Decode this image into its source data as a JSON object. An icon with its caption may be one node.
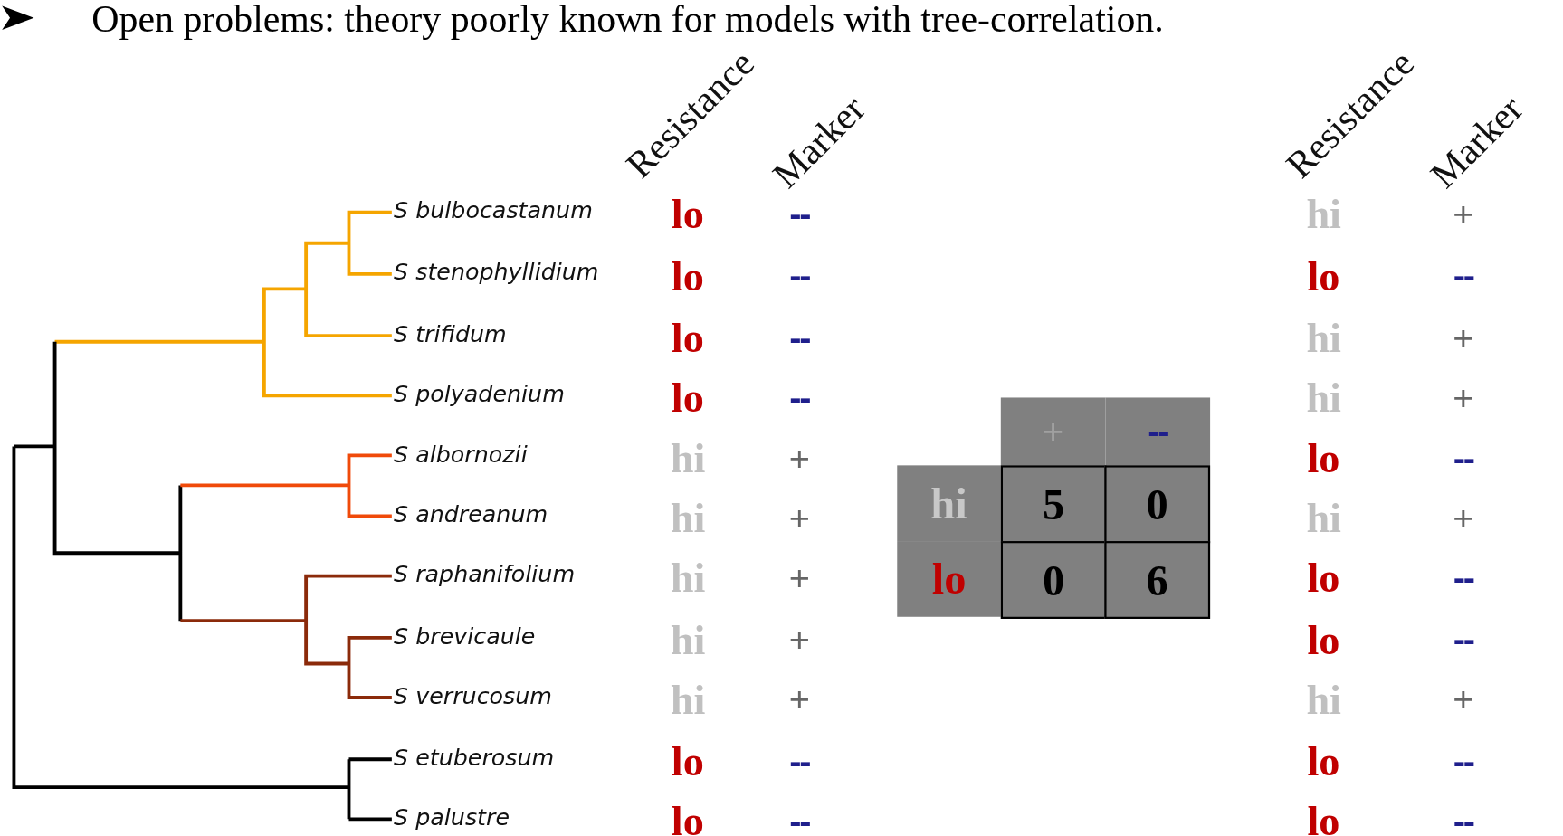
{
  "diagram": {
    "labels": [
      "Open problems: theory poorly known for models with tree-correlation.",
      "Resistance",
      "Marker",
      "Resistance",
      "Marker",
      "S bulbocastanum",
      "lo",
      "--",
      "hi",
      "+",
      "S stenophyllidium",
      "lo",
      "--",
      "lo",
      "--",
      "S trifidum",
      "lo",
      "--",
      "hi",
      "+",
      "S polyadenium",
      "lo",
      "--",
      "hi",
      "+",
      "S albornozii",
      "hi",
      "+",
      "lo",
      "--",
      "S andreanum",
      "hi",
      "+",
      "hi",
      "+",
      "S raphanifolium",
      "hi",
      "+",
      "lo",
      "--",
      "S brevicaule",
      "hi",
      "+",
      "lo",
      "--",
      "S verrucosum",
      "hi",
      "+",
      "hi",
      "+",
      "S etuberosum",
      "lo",
      "--",
      "lo",
      "--",
      "S palustre",
      "lo",
      "--",
      "lo",
      "--",
      "+",
      "--",
      "hi",
      "5",
      "0",
      "lo",
      "0",
      "6"
    ]
  }
}
